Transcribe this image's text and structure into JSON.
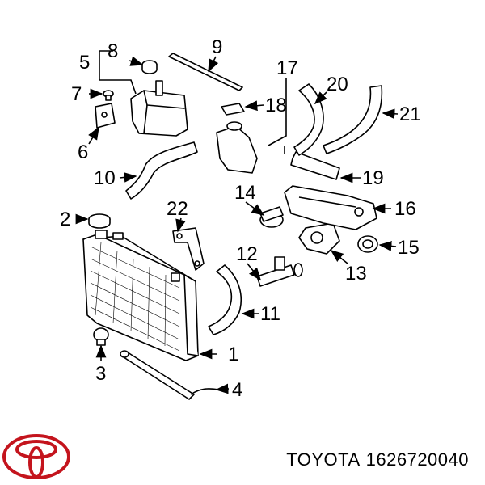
{
  "brand": {
    "logo_icon": "toyota-logo-icon",
    "name": "TOYOTA",
    "part_number": "1626720040",
    "logo_color": "#c4141d"
  },
  "callouts": [
    "1",
    "2",
    "3",
    "4",
    "5",
    "6",
    "7",
    "8",
    "9",
    "10",
    "11",
    "12",
    "13",
    "14",
    "15",
    "16",
    "17",
    "18",
    "19",
    "20",
    "21",
    "22"
  ],
  "parts": {
    "radiator": "radiator-icon",
    "radiator_cap": "radiator-cap-icon",
    "drain_plug": "drain-plug-icon",
    "lower_tank_hose": "hose-icon",
    "reservoir": "reservoir-tank-icon",
    "bracket": "bracket-icon",
    "thermostat_housing": "thermostat-housing-icon",
    "water_pump": "water-pump-icon",
    "gasket": "gasket-ring-icon"
  }
}
